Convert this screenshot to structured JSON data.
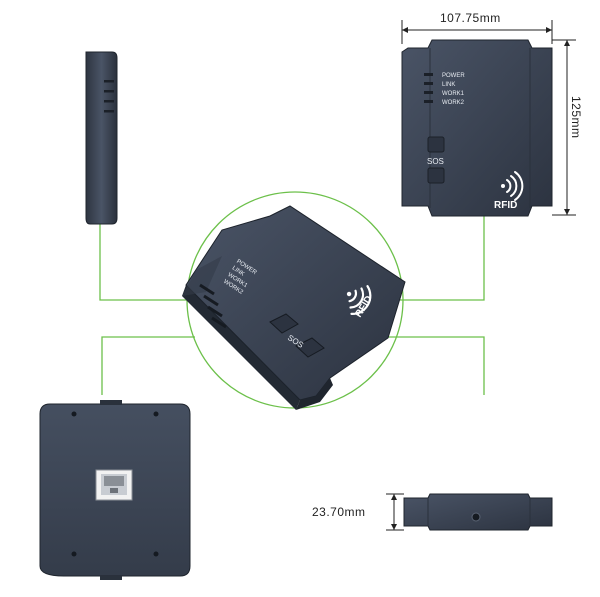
{
  "dimensions": {
    "width_label": "107.75mm",
    "height_label": "125mm",
    "depth_label": "23.70mm"
  },
  "device": {
    "leds": [
      "POWER",
      "LINK",
      "WORK1",
      "WORK2"
    ],
    "button_label": "SOS",
    "brand_label": "RFID",
    "wireless_symbol": "wireless-waves-icon",
    "port": "rj45-port-icon"
  },
  "colors": {
    "body": "#3a4352",
    "body_dark": "#262d38",
    "connector_line": "#6cc04a",
    "dimension_line": "#222222",
    "background": "#ffffff"
  }
}
